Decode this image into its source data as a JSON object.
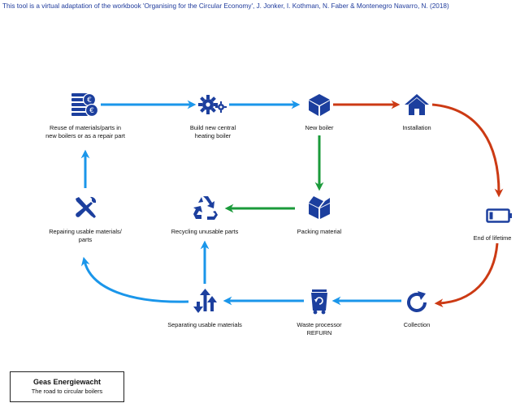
{
  "credit": "This tool is a virtual adaptation of the workbook 'Organising for the Circular Economy', J. Jonker, I. Kothman, N. Faber & Montenegro Navarro, N. (2018)",
  "colors": {
    "blue": "#1a96ea",
    "green": "#1a9a3a",
    "red": "#cc3a14",
    "icon": "#1c3f9e"
  },
  "nodes": {
    "reuse": {
      "label": "Reuse of materials/parts in\nnew boilers or as a repair part",
      "icon": "coins-icon"
    },
    "build": {
      "label": "Build new central\nheating boiler",
      "icon": "gears-icon"
    },
    "new_boiler": {
      "label": "New boiler",
      "icon": "box-icon"
    },
    "installation": {
      "label": "Installation",
      "icon": "house-icon"
    },
    "end_of_lifetime": {
      "label": "End of lifetime",
      "icon": "battery-icon"
    },
    "collection": {
      "label": "Collection",
      "icon": "refresh-icon"
    },
    "waste_processor": {
      "label": "Waste processor\nREFURN",
      "icon": "bin-icon"
    },
    "separating": {
      "label": "Separating usable materials",
      "icon": "sort-arrows-icon"
    },
    "recycling": {
      "label": "Recycling unusable parts",
      "icon": "recycle-icon"
    },
    "packing": {
      "label": "Packing material",
      "icon": "open-box-icon"
    },
    "repairing": {
      "label": "Repairing usable materials/\nparts",
      "icon": "tools-icon"
    }
  },
  "company": {
    "name": "Geas Energiewacht",
    "tagline": "The road to circular boilers"
  }
}
